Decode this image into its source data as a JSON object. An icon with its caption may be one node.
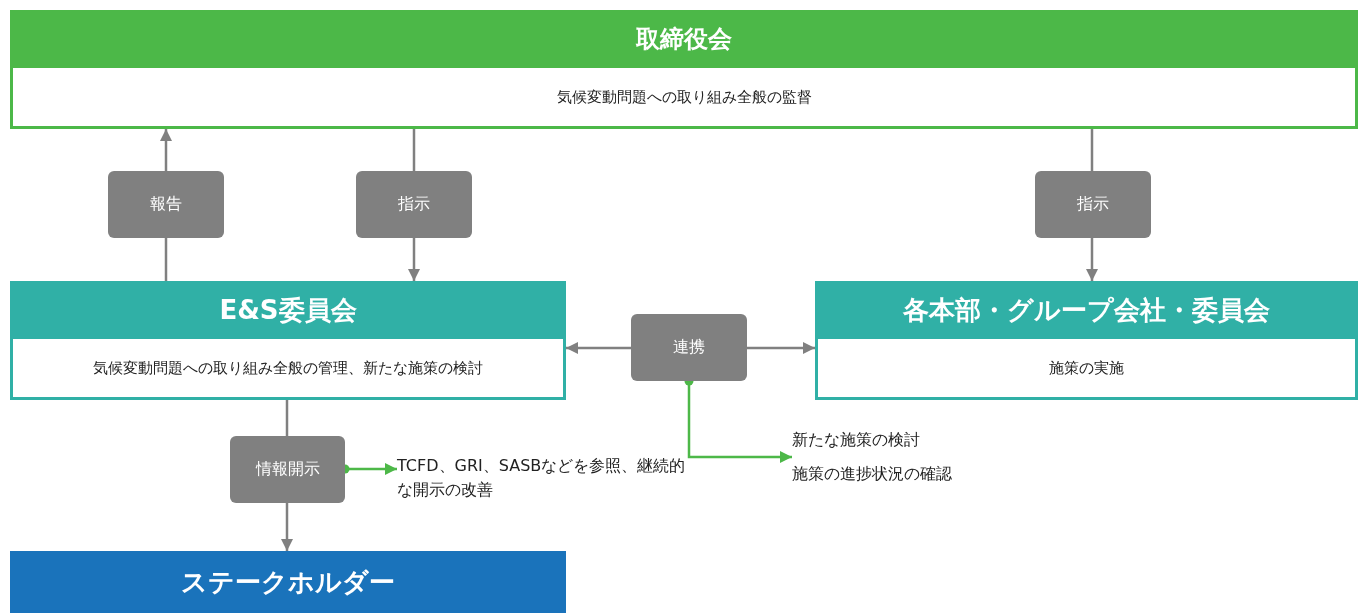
{
  "diagram": {
    "nodes": [
      {
        "text": [
          "取締役会",
          "気候変動問題への取り組み全般の監督"
        ]
      },
      {
        "text": [
          "報告"
        ]
      },
      {
        "text": [
          "指示"
        ]
      },
      {
        "text": [
          "指示"
        ]
      },
      {
        "text": [
          "E&S委員会",
          "気候変動問題への取り組み全般の管理、新たな施策の検討"
        ]
      },
      {
        "text": [
          "連携"
        ]
      },
      {
        "text": [
          "各本部・グループ会社・委員会",
          "施策の実施"
        ]
      },
      {
        "text": [
          "情報開示"
        ]
      },
      {
        "text": [
          "TCFD、GRI、SASBなどを参照、継続的な開示の改善"
        ]
      },
      {
        "text": [
          "新たな施策の検討",
          "施策の進捗状況の確認"
        ]
      },
      {
        "text": [
          "ステークホルダー"
        ]
      }
    ],
    "edges": [
      {
        "from": 4,
        "to": 1,
        "arrow": "none"
      },
      {
        "from": 1,
        "to": 0,
        "arrow": "to"
      },
      {
        "from": 0,
        "to": 2,
        "arrow": "none"
      },
      {
        "from": 2,
        "to": 4,
        "arrow": "to"
      },
      {
        "from": 0,
        "to": 3,
        "arrow": "none"
      },
      {
        "from": 3,
        "to": 6,
        "arrow": "to"
      },
      {
        "from": 5,
        "to": 4,
        "arrow": "to"
      },
      {
        "from": 5,
        "to": 6,
        "arrow": "to"
      },
      {
        "from": 5,
        "to": 9,
        "arrow": "to",
        "color": "#4db848"
      },
      {
        "from": 4,
        "to": 7,
        "arrow": "none"
      },
      {
        "from": 7,
        "to": 10,
        "arrow": "to"
      },
      {
        "from": 7,
        "to": 8,
        "arrow": "to",
        "color": "#4db848"
      }
    ]
  }
}
